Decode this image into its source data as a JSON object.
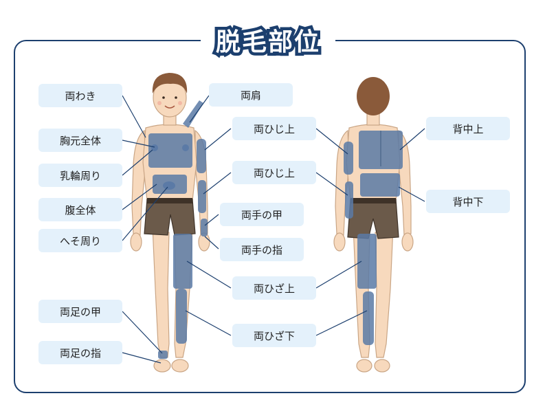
{
  "title": "脱毛部位",
  "labels": {
    "ryo_waki": "両わき",
    "munamoto": "胸元全体",
    "nyurin": "乳輪周り",
    "hara": "腹全体",
    "heso": "へそ周り",
    "ashi_ko": "両足の甲",
    "ashi_yubi": "両足の指",
    "ryo_kata": "両肩",
    "hiji_ue_1": "両ひじ上",
    "hiji_ue_2": "両ひじ上",
    "te_ko": "両手の甲",
    "te_yubi": "両手の指",
    "hiza_ue": "両ひざ上",
    "hiza_shita": "両ひざ下",
    "senaka_ue": "背中上",
    "senaka_shita": "背中下"
  },
  "colors": {
    "frame": "#1c3f6e",
    "label_bg": "#e4f1fb",
    "highlight": "#5b7aa6",
    "skin": "#f7d9bd",
    "hair": "#8a5a3a",
    "shorts": "#6b5a4a"
  }
}
